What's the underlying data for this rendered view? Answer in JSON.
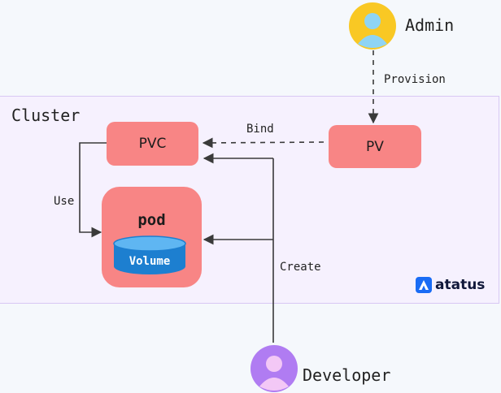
{
  "diagram": {
    "cluster_label": "Cluster",
    "nodes": {
      "pvc": "PVC",
      "pv": "PV",
      "pod": "pod",
      "volume": "Volume"
    },
    "actors": {
      "admin": "Admin",
      "developer": "Developer"
    },
    "edges": {
      "provision": "Provision",
      "bind": "Bind",
      "use": "Use",
      "create": "Create"
    },
    "brand": "atatus",
    "colors": {
      "node_fill": "#f88585",
      "cluster_fill": "#f6f1fe",
      "cluster_border": "#d8c8f4",
      "volume_fill": "#1d7fd0",
      "volume_top": "#5fb6f2",
      "admin_avatar": "#f9c824",
      "developer_avatar": "#b07cf2",
      "arrow": "#3a3a3a",
      "brand_icon": "#1a6cf5"
    }
  }
}
